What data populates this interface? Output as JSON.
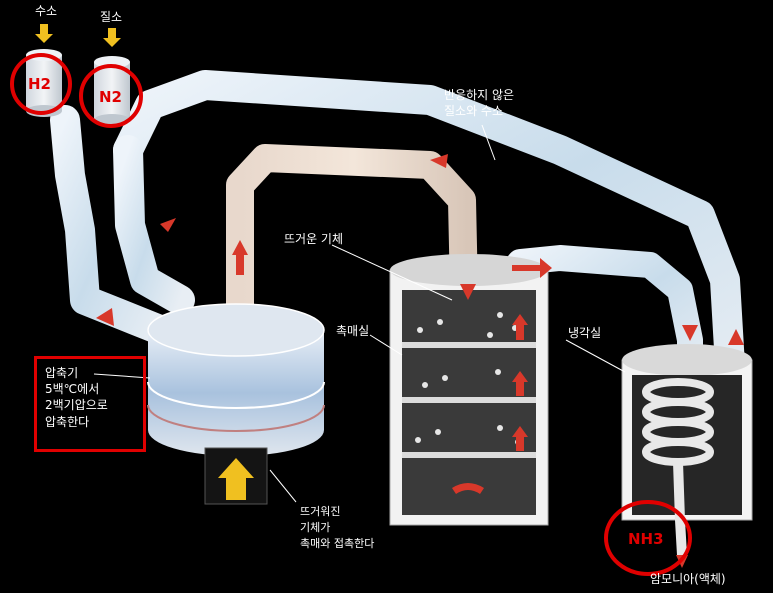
{
  "labels": {
    "hydrogen": "수소",
    "nitrogen": "질소",
    "h2": "H2",
    "n2": "N2",
    "unreacted": [
      "반응하지 않은",
      "질소와 수소"
    ],
    "hot_gas": "뜨거운 기체",
    "catalyst_room": "촉매실",
    "cooling_room": "냉각실",
    "compressor": {
      "title": "압축기",
      "line1": "5백℃에서",
      "line2": "2백기압으로",
      "line3": "압축한다"
    },
    "heated_gas": [
      "뜨거워진",
      "기체가",
      "촉매와 접촉한다"
    ],
    "nh3": "NH3",
    "ammonia": "암모니아(액체)"
  },
  "colors": {
    "background": "#000000",
    "highlight": "#e00000",
    "pipe": "#dde8f2",
    "arrow": "#d8382a",
    "inlet_arrow": "#f0c020"
  }
}
